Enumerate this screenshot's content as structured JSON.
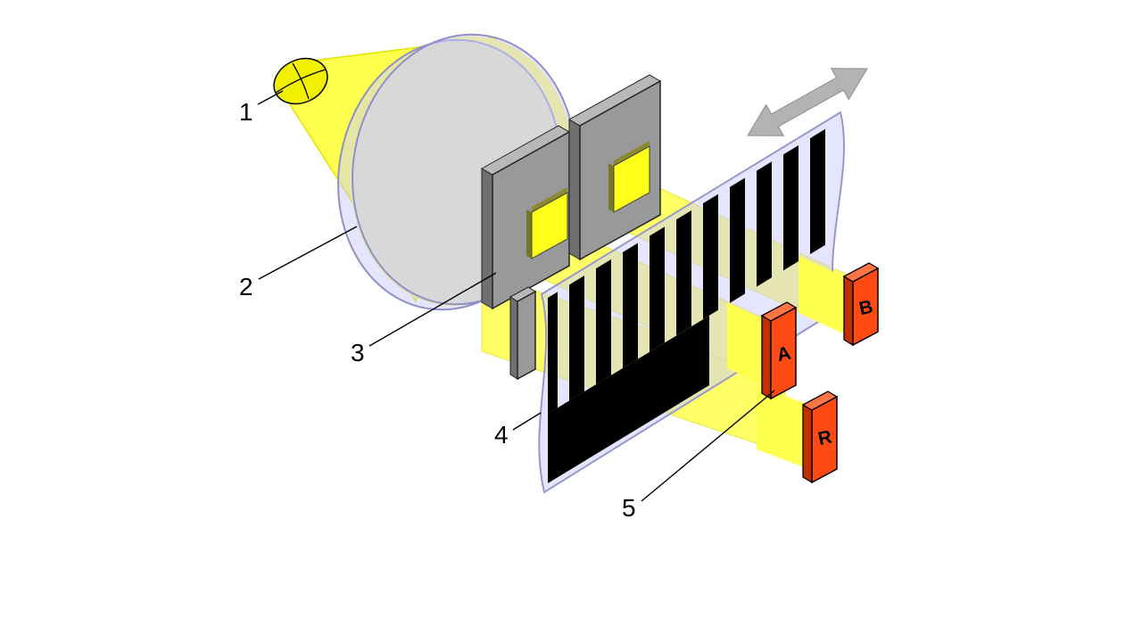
{
  "figure": {
    "background": "#FFFFFF",
    "callouts": [
      {
        "part": "light-source",
        "label": "1"
      },
      {
        "part": "condenser-lens",
        "label": "2"
      },
      {
        "part": "scanning-mask",
        "label": "3"
      },
      {
        "part": "code-scale",
        "label": "4"
      },
      {
        "part": "photodetector",
        "label": "5"
      }
    ],
    "detectors": [
      {
        "id": "detector-a",
        "label": "A"
      },
      {
        "id": "detector-b",
        "label": "B"
      },
      {
        "id": "detector-r",
        "label": "R"
      }
    ],
    "colors": {
      "bulb": "#F0F000",
      "light_cone": "#FFFF4D",
      "beam": "#FFFF66",
      "window_light": "#FFFF1A",
      "lens": "#CCCCFF",
      "film": "#CCCCFF",
      "mask": "#999999",
      "mask_dark": "#707070",
      "mask_light": "#B8B8B8",
      "stripe": "#000000",
      "detector": "#FF4A14",
      "detector_dark": "#C23000",
      "detector_light": "#FF7545",
      "arrow": "#B3B3B3",
      "label": "#000000"
    }
  }
}
